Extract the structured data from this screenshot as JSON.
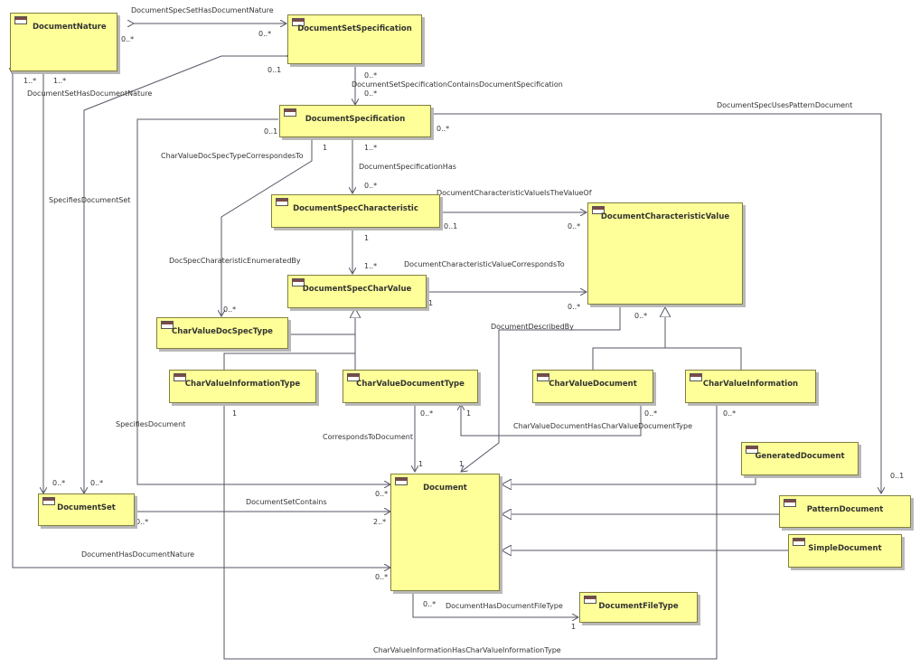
{
  "classes": {
    "DocumentNature": "DocumentNature",
    "DocumentSetSpecification": "DocumentSetSpecification",
    "DocumentSpecification": "DocumentSpecification",
    "DocumentSpecCharacteristic": "DocumentSpecCharacteristic",
    "DocumentCharacteristicValue": "DocumentCharacteristicValue",
    "DocumentSpecCharValue": "DocumentSpecCharValue",
    "CharValueDocSpecType": "CharValueDocSpecType",
    "CharValueInformationType": "CharValueInformationType",
    "CharValueDocumentType": "CharValueDocumentType",
    "CharValueDocument": "CharValueDocument",
    "CharValueInformation": "CharValueInformation",
    "GeneratedDocument": "GeneratedDocument",
    "PatternDocument": "PatternDocument",
    "SimpleDocument": "SimpleDocument",
    "Document": "Document",
    "DocumentSet": "DocumentSet",
    "DocumentFileType": "DocumentFileType"
  },
  "associations": {
    "DocumentSpecSetHasDocumentNature": "DocumentSpecSetHasDocumentNature",
    "DocumentSetHasDocumentNature": "DocumentSetHasDocumentNature",
    "DocumentSetSpecificationContainsDocumentSpecification": "DocumentSetSpecificationContainsDocumentSpecification",
    "DocumentSpecUsesPatternDocument": "DocumentSpecUsesPatternDocument",
    "CharValueDocSpecTypeCorrespondesTo": "CharValueDocSpecTypeCorrespondesTo",
    "DocumentSpecificationHas": "DocumentSpecificationHas",
    "DocumentCharacteristicValueIsTheValueOf": "DocumentCharacteristicValueIsTheValueOf",
    "SpecifiesDocumentSet": "SpecifiesDocumentSet",
    "DocSpecCharateristicEnumeratedBy": "DocSpecCharateristicEnumeratedBy",
    "DocumentCharacteristicValueCorrespondsTo": "DocumentCharacteristicValueCorrespondsTo",
    "DocumentDescribedBy": "DocumentDescribedBy",
    "SpecifiesDocument": "SpecifiesDocument",
    "CharValueDocumentHasCharValueDocumentType": "CharValueDocumentHasCharValueDocumentType",
    "CorrespondsToDocument": "CorrespondsToDocument",
    "DocumentSetContains": "DocumentSetContains",
    "DocumentHasDocumentNature": "DocumentHasDocumentNature",
    "DocumentHasDocumentFileType": "DocumentHasDocumentFileType",
    "CharValueInformationHasCharValueInformationType": "CharValueInformationHasCharValueInformationType"
  },
  "multiplicities": {
    "zero_many": "0..*",
    "one_many": "1..*",
    "zero_one": "0..1",
    "one": "1",
    "two_many": "2..*"
  },
  "colors": {
    "class_fill": "#ffff99",
    "class_border": "#808040",
    "line": "#556677"
  }
}
